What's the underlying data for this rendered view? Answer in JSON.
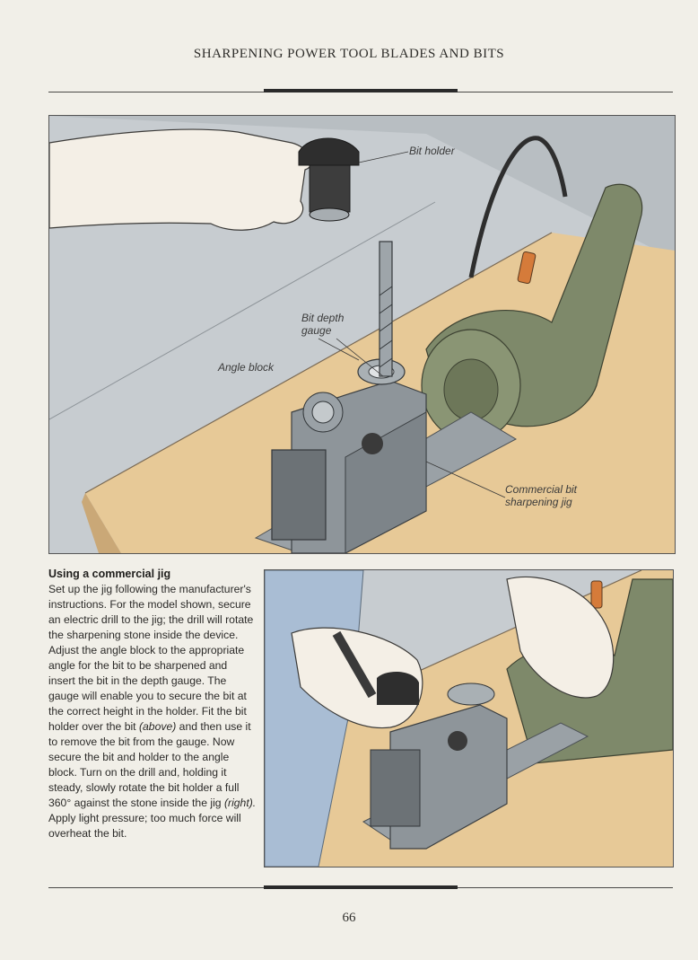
{
  "header": {
    "title": "SHARPENING POWER TOOL BLADES AND BITS"
  },
  "figure_top": {
    "callouts": {
      "bit_holder": "Bit holder",
      "bit_depth_gauge_line1": "Bit depth",
      "bit_depth_gauge_line2": "gauge",
      "angle_block": "Angle block",
      "commercial_jig_line1": "Commercial bit",
      "commercial_jig_line2": "sharpening jig"
    }
  },
  "caption": {
    "heading": "Using a commercial jig",
    "body_part1": "Set up the jig following the manufacturer's instructions. For the model shown, secure an electric drill to the jig; the drill will rotate the sharpening stone inside the device. Adjust the angle block to the appropriate angle for the bit to be sharpened and insert the bit in the depth gauge. The gauge will enable you to secure the bit at the correct height in the holder. Fit the bit holder over the bit ",
    "ref_above": "(above)",
    "body_part2": " and then use it to remove the bit from the gauge. Now secure the bit and holder to the angle block. Turn on the drill and, holding it steady, slowly rotate the bit holder a full 360° against the stone inside the jig ",
    "ref_right": "(right).",
    "body_part3": " Apply light pressure; too much force will overheat the bit."
  },
  "footer": {
    "page_number": "66"
  },
  "colors": {
    "page_bg": "#f1efe8",
    "bench_top": "#e9cc9c",
    "wall": "#c5cacd",
    "jig_gray": "#8c9398",
    "drill_green": "#7f8a68",
    "switch_orange": "#d47a3a"
  }
}
